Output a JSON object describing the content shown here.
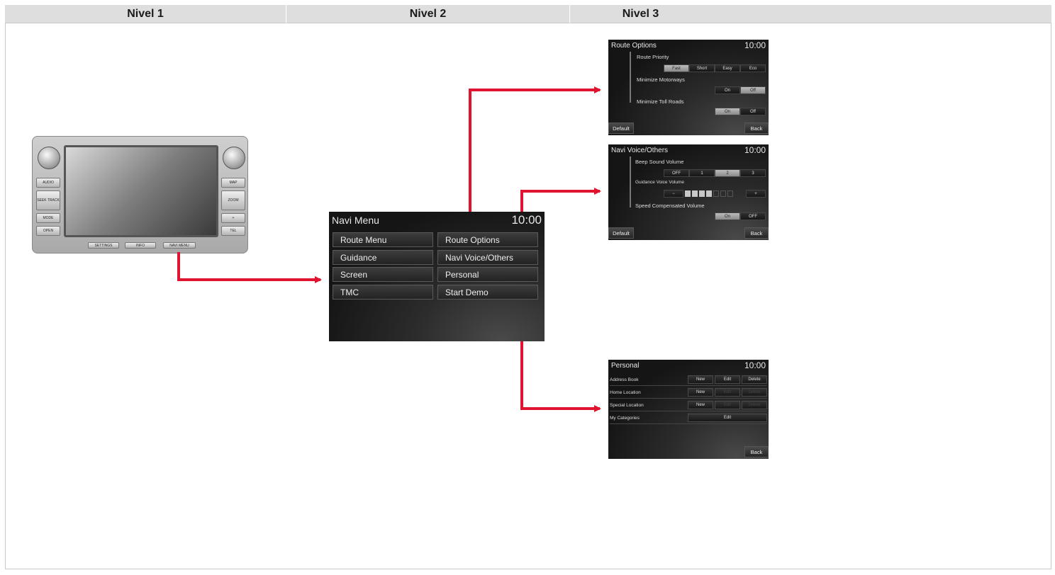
{
  "headers": [
    "Nivel 1",
    "Nivel 2",
    "Nivel 3"
  ],
  "head_unit": {
    "buttons_left": [
      "AUDIO",
      "SEEK TRACK",
      "MODE",
      "OPEN"
    ],
    "buttons_right": [
      "MAP",
      "ZOOM",
      "+",
      "TEL"
    ],
    "buttons_bottom": [
      "SETTINGS",
      "INFO",
      "NAVI MENU"
    ]
  },
  "navi_menu": {
    "title": "Navi Menu",
    "clock": "10:00",
    "items": [
      "Route Menu",
      "Route Options",
      "Guidance",
      "Navi Voice/Others",
      "Screen",
      "Personal",
      "TMC",
      "Start Demo"
    ]
  },
  "route_options": {
    "title": "Route Options",
    "clock": "10:00",
    "route_priority": "Route Priority",
    "priority_opts": [
      "Fast",
      "Short",
      "Easy",
      "Eco"
    ],
    "minimize_motorways": "Minimize Motorways",
    "minimize_toll": "Minimize Toll Roads",
    "on": "On",
    "off": "Off",
    "default": "Default",
    "back": "Back"
  },
  "navi_voice": {
    "title": "Navi Voice/Others",
    "clock": "10:00",
    "beep": "Beep Sound Volume",
    "beep_opts": [
      "OFF",
      "1",
      "2",
      "3"
    ],
    "guidance": "Guidance Voice Volume",
    "minus": "−",
    "plus": "+",
    "speed": "Speed Compensated Volume",
    "on": "On",
    "off": "OFF",
    "default": "Default",
    "back": "Back"
  },
  "personal": {
    "title": "Personal",
    "clock": "10:00",
    "rows": [
      "Address Book",
      "Home Location",
      "Special Location",
      "My Categories"
    ],
    "new": "New",
    "edit": "Edit",
    "delete": "Delete",
    "back": "Back"
  }
}
